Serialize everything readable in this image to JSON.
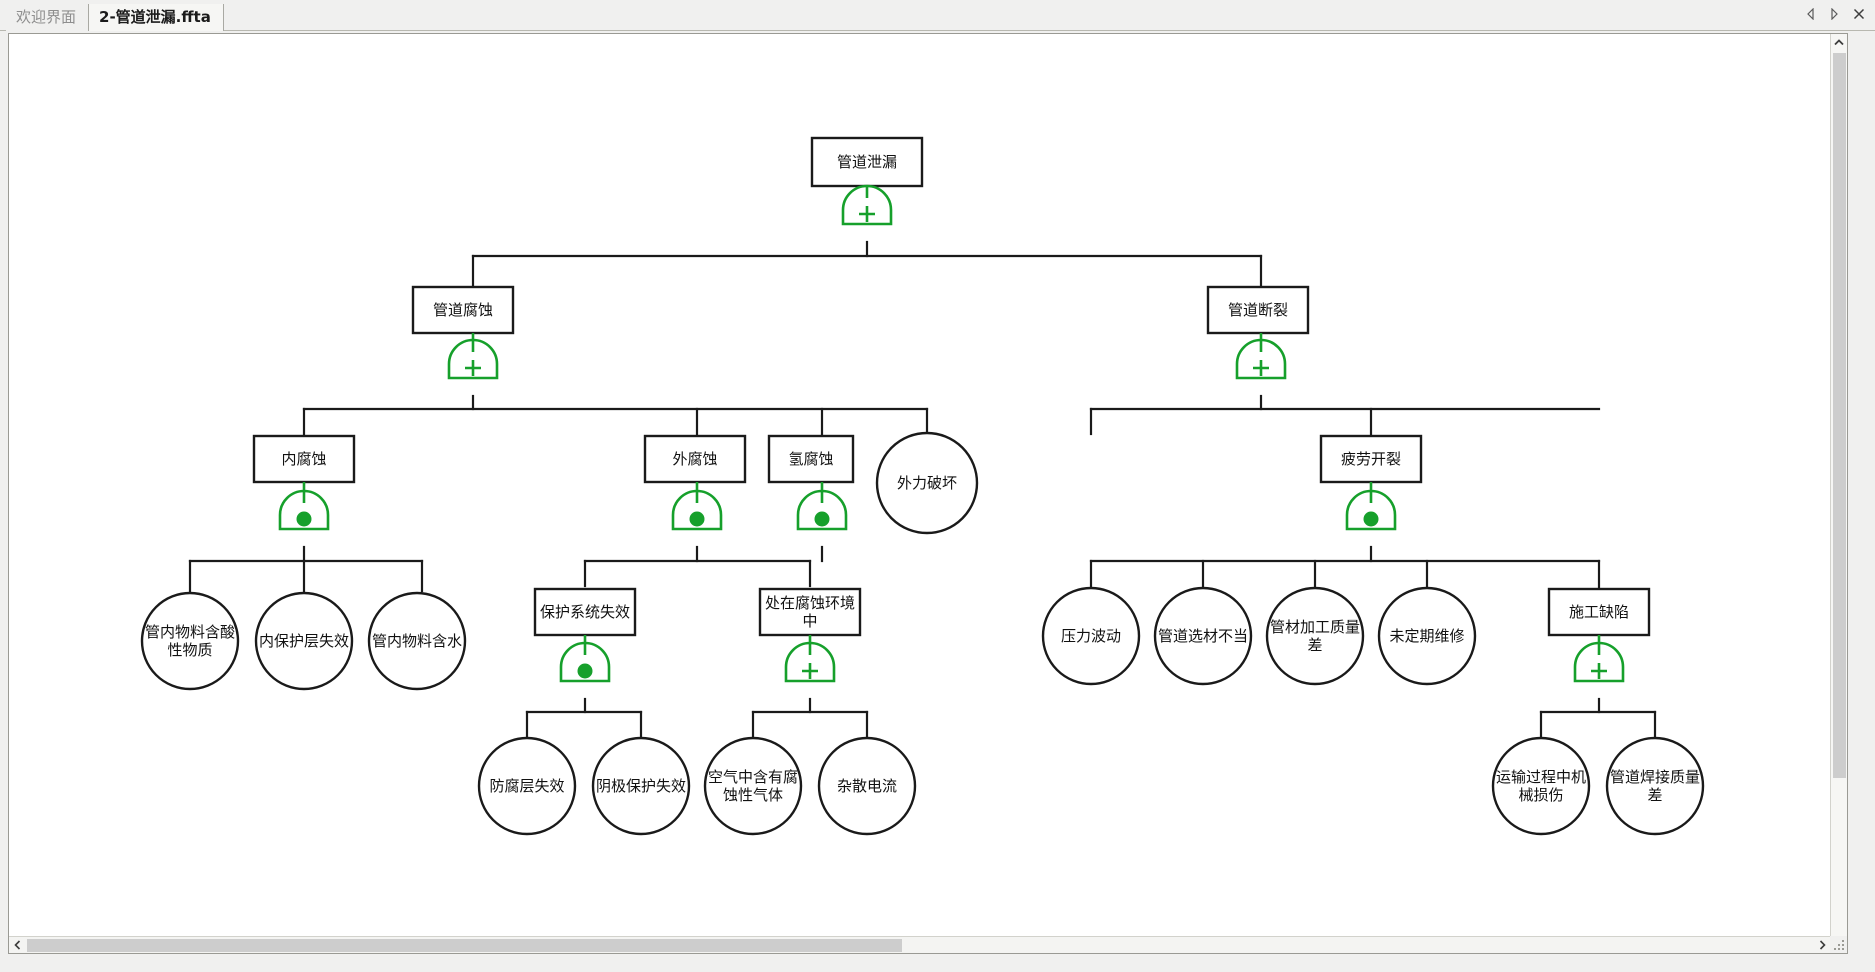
{
  "window": {
    "tabs": [
      {
        "label": "欢迎界面",
        "active": false
      },
      {
        "label": "2-管道泄漏.ffta",
        "active": true
      }
    ],
    "controls": [
      {
        "name": "prev-tab-arrow",
        "glyph": "left-triangle-icon"
      },
      {
        "name": "next-tab-arrow",
        "glyph": "right-triangle-icon"
      },
      {
        "name": "close-tab",
        "glyph": "close-icon"
      }
    ]
  },
  "theme": {
    "gate_green": "#16a02b",
    "node_stroke": "#1a1a1a",
    "canvas_bg": "#ffffff",
    "chrome_bg": "#f0f0ef",
    "scroll_thumb": "#cdcdcd"
  },
  "diagram": {
    "type": "fault-tree",
    "gate_symbols": {
      "or": "+",
      "and": "●"
    },
    "nodes": {
      "n_top": {
        "label": "管道泄漏",
        "shape": "rect",
        "gate": "or"
      },
      "n_corrosion": {
        "label": "管道腐蚀",
        "shape": "rect",
        "gate": "or"
      },
      "n_rupture": {
        "label": "管道断裂",
        "shape": "rect",
        "gate": "or"
      },
      "n_inner": {
        "label": "内腐蚀",
        "shape": "rect",
        "gate": "and"
      },
      "n_outer": {
        "label": "外腐蚀",
        "shape": "rect",
        "gate": "and"
      },
      "n_hydrogen": {
        "label": "氢腐蚀",
        "shape": "rect",
        "gate": "and"
      },
      "n_extforce": {
        "label": "外力破坏",
        "shape": "circle",
        "gate": null
      },
      "n_fatigue": {
        "label": "疲劳开裂",
        "shape": "rect",
        "gate": "and"
      },
      "n_acid": {
        "label": "管内物料含酸性物质",
        "shape": "circle",
        "gate": null
      },
      "n_innercoat": {
        "label": "内保护层失效",
        "shape": "circle",
        "gate": null
      },
      "n_water": {
        "label": "管内物料含水",
        "shape": "circle",
        "gate": null
      },
      "n_protfail": {
        "label": "保护系统失效",
        "shape": "rect",
        "gate": "and"
      },
      "n_correnv": {
        "label": "处在腐蚀环境中",
        "shape": "rect",
        "gate": "or"
      },
      "n_coatfail": {
        "label": "防腐层失效",
        "shape": "circle",
        "gate": null
      },
      "n_cathodic": {
        "label": "阴极保护失效",
        "shape": "circle",
        "gate": null
      },
      "n_airgas": {
        "label": "空气中含有腐蚀性气体",
        "shape": "circle",
        "gate": null
      },
      "n_straycur": {
        "label": "杂散电流",
        "shape": "circle",
        "gate": null
      },
      "n_pressure": {
        "label": "压力波动",
        "shape": "circle",
        "gate": null
      },
      "n_material": {
        "label": "管道选材不当",
        "shape": "circle",
        "gate": null
      },
      "n_machining": {
        "label": "管材加工质量差",
        "shape": "circle",
        "gate": null
      },
      "n_maintain": {
        "label": "未定期维修",
        "shape": "circle",
        "gate": null
      },
      "n_constrdef": {
        "label": "施工缺陷",
        "shape": "rect",
        "gate": "or"
      },
      "n_transport": {
        "label": "运输过程中机械损伤",
        "shape": "circle",
        "gate": null
      },
      "n_welding": {
        "label": "管道焊接质量差",
        "shape": "circle",
        "gate": null
      }
    },
    "edges": [
      [
        "n_top",
        "n_corrosion"
      ],
      [
        "n_top",
        "n_rupture"
      ],
      [
        "n_corrosion",
        "n_inner"
      ],
      [
        "n_corrosion",
        "n_outer"
      ],
      [
        "n_corrosion",
        "n_hydrogen"
      ],
      [
        "n_corrosion",
        "n_extforce"
      ],
      [
        "n_rupture",
        "n_fatigue"
      ],
      [
        "n_inner",
        "n_acid"
      ],
      [
        "n_inner",
        "n_innercoat"
      ],
      [
        "n_inner",
        "n_water"
      ],
      [
        "n_outer",
        "n_protfail"
      ],
      [
        "n_outer",
        "n_correnv"
      ],
      [
        "n_protfail",
        "n_coatfail"
      ],
      [
        "n_protfail",
        "n_cathodic"
      ],
      [
        "n_correnv",
        "n_airgas"
      ],
      [
        "n_correnv",
        "n_straycur"
      ],
      [
        "n_fatigue",
        "n_pressure"
      ],
      [
        "n_fatigue",
        "n_material"
      ],
      [
        "n_fatigue",
        "n_machining"
      ],
      [
        "n_fatigue",
        "n_maintain"
      ],
      [
        "n_fatigue",
        "n_constrdef"
      ],
      [
        "n_constrdef",
        "n_transport"
      ],
      [
        "n_constrdef",
        "n_welding"
      ]
    ]
  }
}
